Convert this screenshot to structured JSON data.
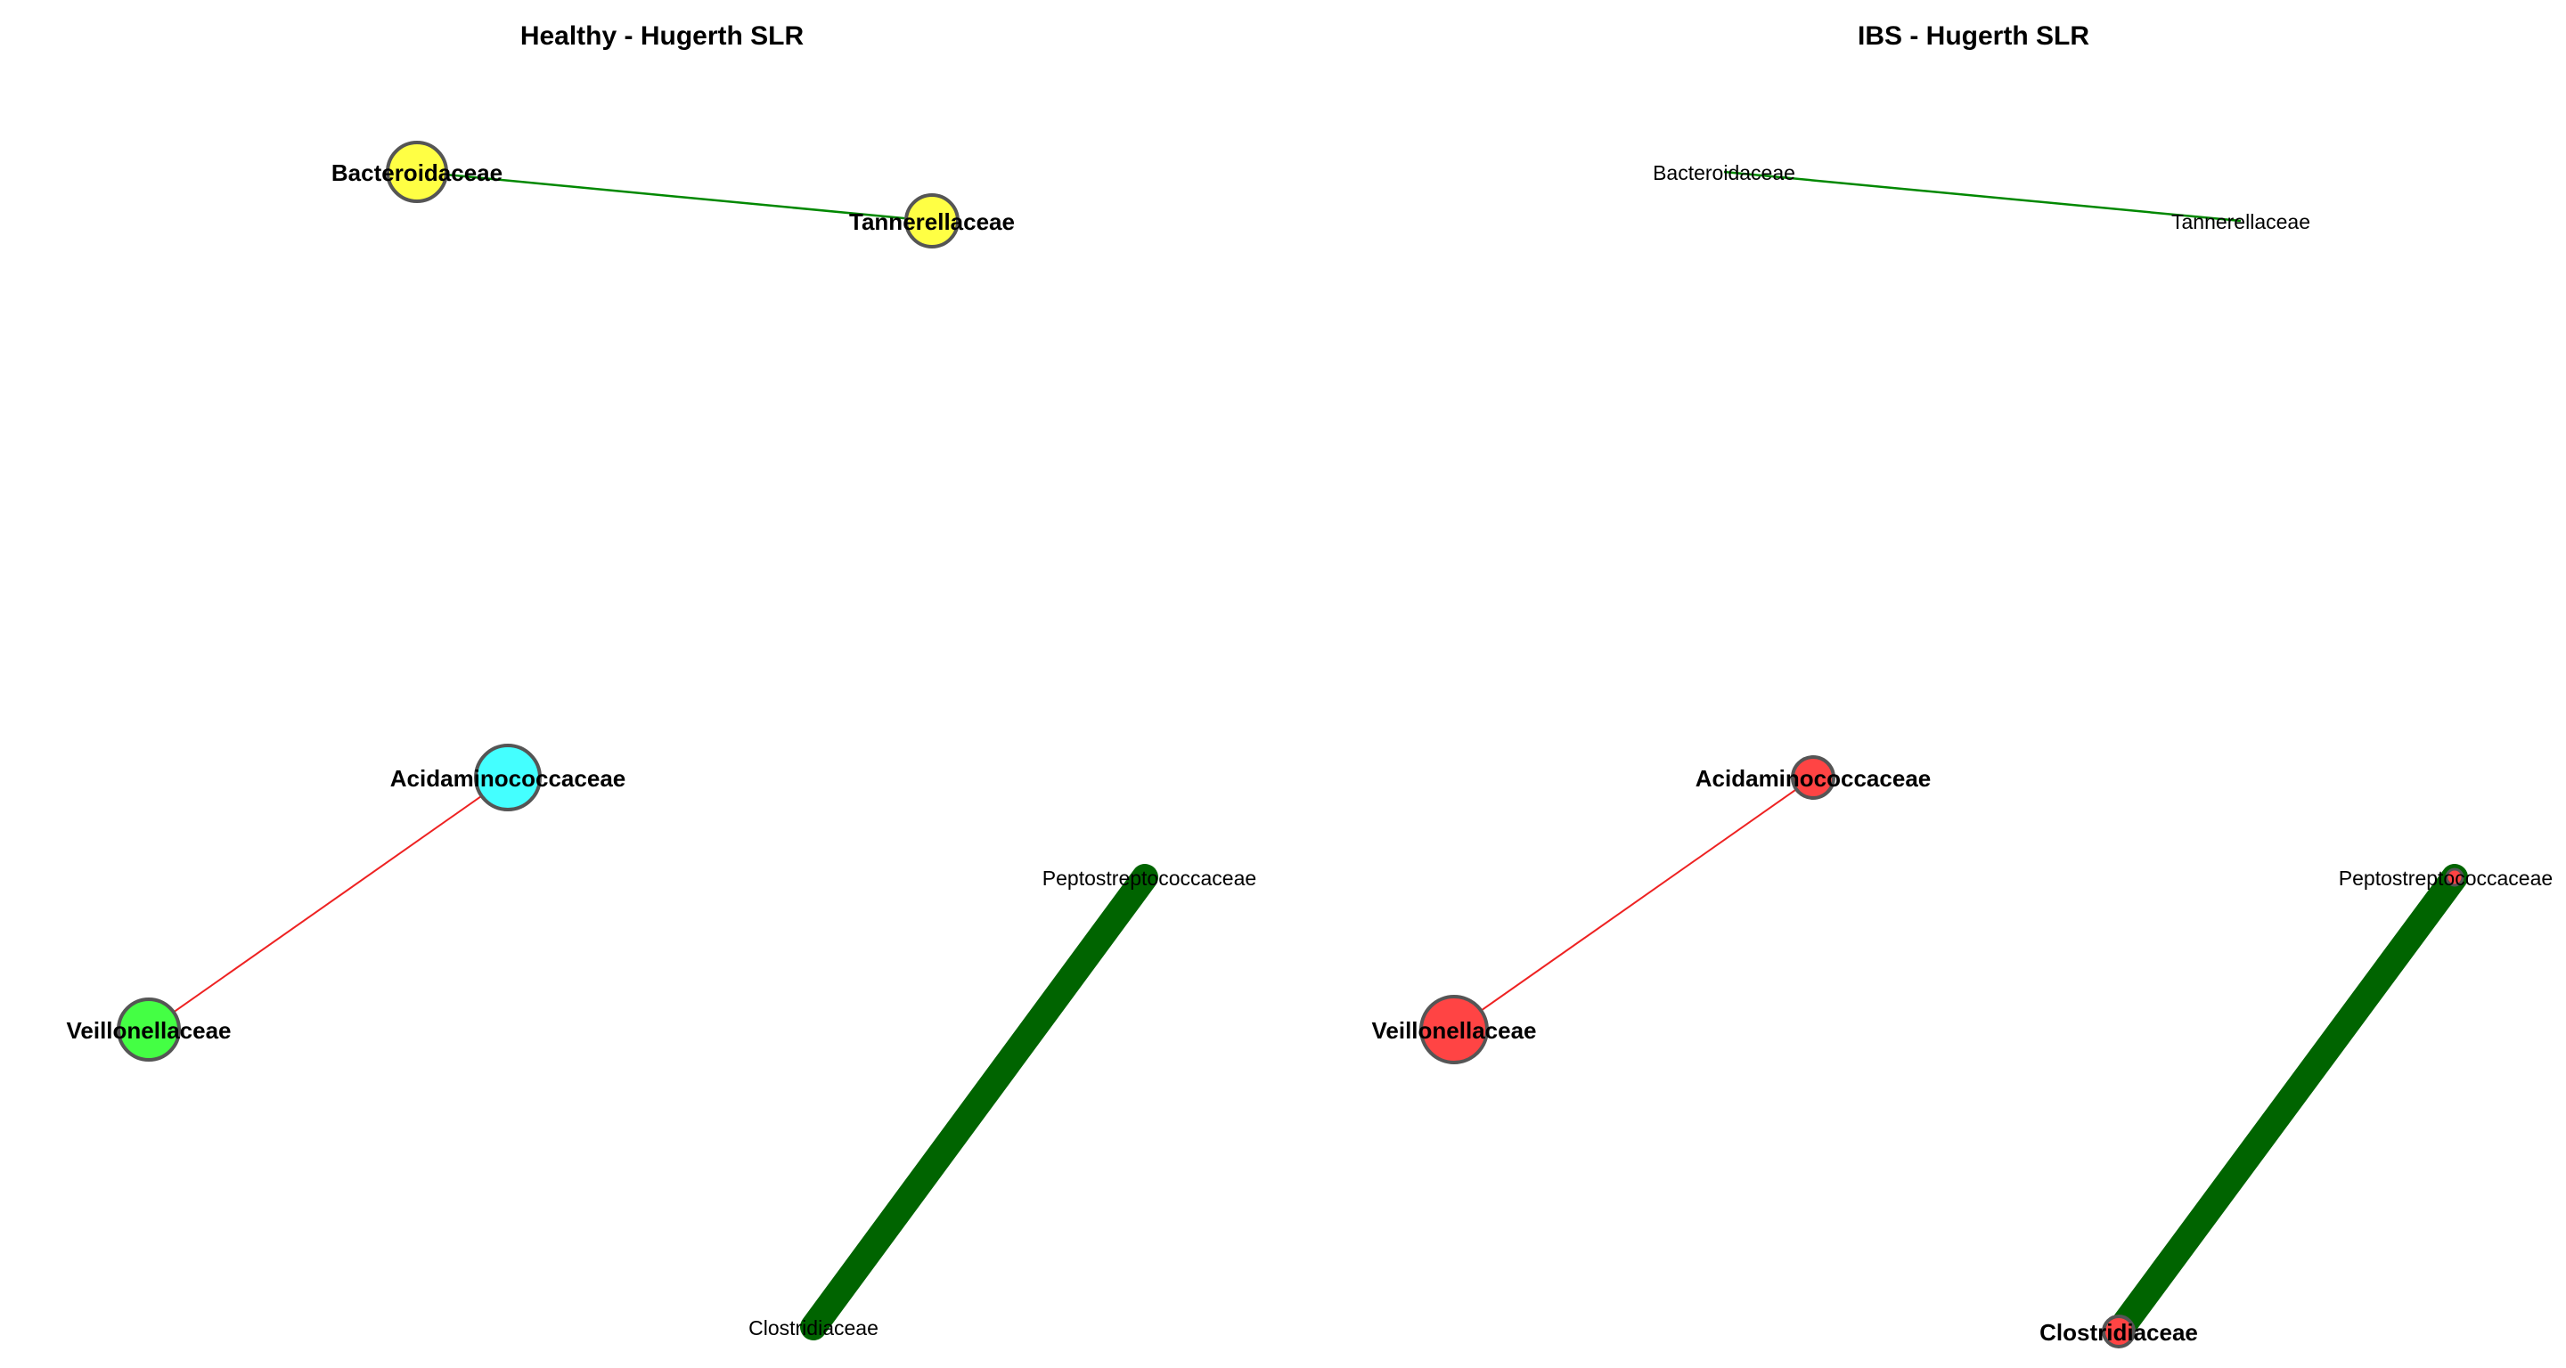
{
  "panels": {
    "healthy": {
      "title": "Healthy - Hugerth SLR",
      "nodes": {
        "bacteroidaceae": {
          "label": "Bacteroidaceae",
          "color": "#ffff44"
        },
        "tannerellaceae": {
          "label": "Tannerellaceae",
          "color": "#ffff44"
        },
        "acidaminococcaceae": {
          "label": "Acidaminococcaceae",
          "color": "#44ffff"
        },
        "veillonellaceae": {
          "label": "Veillonellaceae",
          "color": "#44ff44"
        },
        "peptostreptococcaceae": {
          "label": "Peptostreptococcaceae",
          "color": null
        },
        "clostridiaceae": {
          "label": "Clostridiaceae",
          "color": null
        }
      },
      "edges": [
        {
          "from": "Bacteroidaceae",
          "to": "Tannerellaceae",
          "sign": "positive",
          "color": "#008800",
          "weight": "thin"
        },
        {
          "from": "Acidaminococcaceae",
          "to": "Veillonellaceae",
          "sign": "negative",
          "color": "#ee2222",
          "weight": "thin"
        },
        {
          "from": "Peptostreptococcaceae",
          "to": "Clostridiaceae",
          "sign": "positive",
          "color": "#006400",
          "weight": "thick"
        }
      ]
    },
    "ibs": {
      "title": "IBS - Hugerth SLR",
      "nodes": {
        "bacteroidaceae": {
          "label": "Bacteroidaceae",
          "color": null
        },
        "tannerellaceae": {
          "label": "Tannerellaceae",
          "color": null
        },
        "acidaminococcaceae": {
          "label": "Acidaminococcaceae",
          "color": "#ff4444"
        },
        "veillonellaceae": {
          "label": "Veillonellaceae",
          "color": "#ff4444"
        },
        "peptostreptococcaceae": {
          "label": "Peptostreptococcaceae",
          "color": "#ff4444"
        },
        "clostridiaceae": {
          "label": "Clostridiaceae",
          "color": "#ff4444"
        }
      },
      "edges": [
        {
          "from": "Bacteroidaceae",
          "to": "Tannerellaceae",
          "sign": "positive",
          "color": "#008800",
          "weight": "thin"
        },
        {
          "from": "Acidaminococcaceae",
          "to": "Veillonellaceae",
          "sign": "negative",
          "color": "#ee2222",
          "weight": "thin"
        },
        {
          "from": "Peptostreptococcaceae",
          "to": "Clostridiaceae",
          "sign": "positive",
          "color": "#006400",
          "weight": "thick"
        }
      ]
    }
  },
  "colors": {
    "node_outline": "#555555",
    "positive_edge": "#008800",
    "negative_edge": "#ee2222",
    "strong_positive_edge": "#006400"
  }
}
